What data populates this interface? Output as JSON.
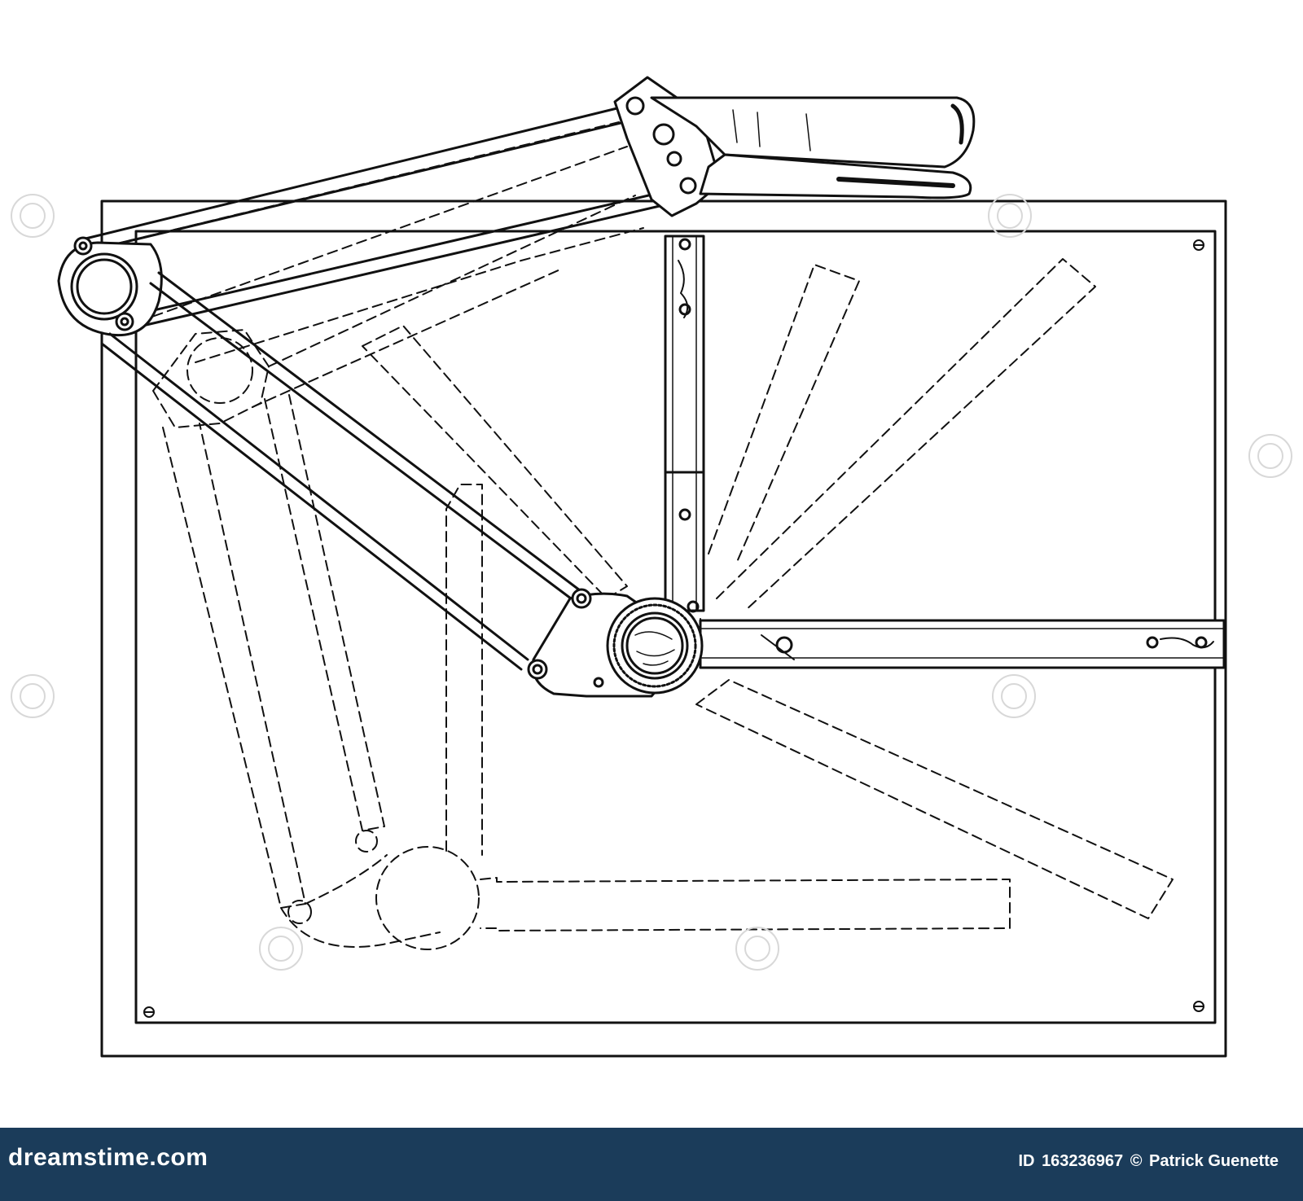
{
  "footer": {
    "brand": "dreamstime.com",
    "id_label": "ID",
    "id_number": "163236967",
    "copyright_symbol": "©",
    "author": "Patrick Guenette"
  },
  "colors": {
    "ink": "#111111",
    "footer_background": "#1b3c5a",
    "footer_text": "#ffffff"
  },
  "icons": [
    "drafting-machine-illustration",
    "watermark-swirl-icon"
  ]
}
